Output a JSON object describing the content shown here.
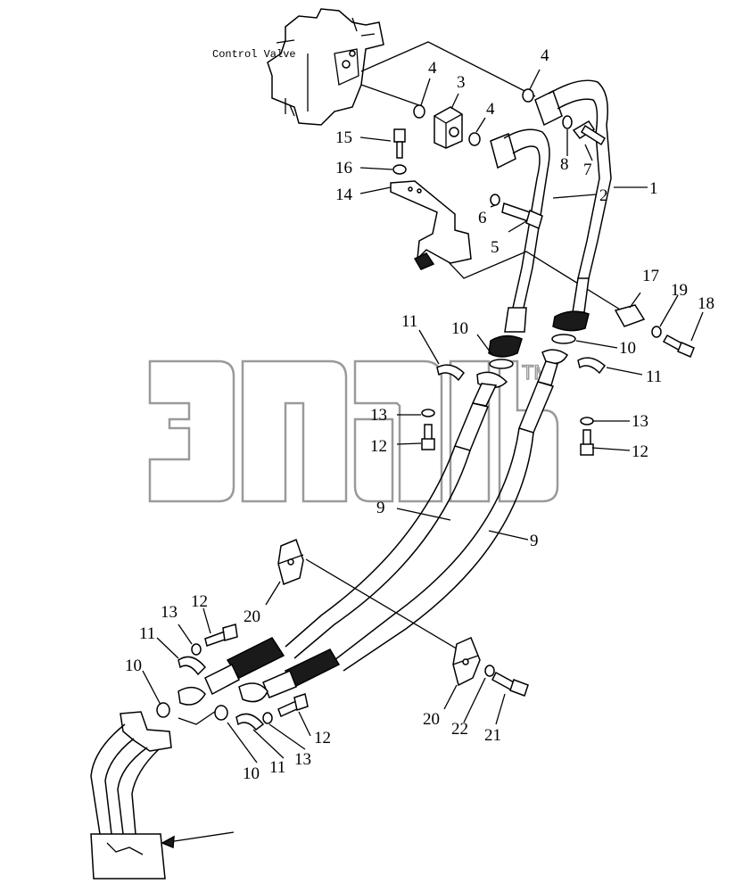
{
  "diagram": {
    "control_valve_label": "Control Valve",
    "watermark_text": "TM",
    "part_labels": [
      {
        "id": "lbl-1a",
        "text": "1"
      },
      {
        "id": "lbl-2a",
        "text": "2"
      },
      {
        "id": "lbl-3a",
        "text": "3"
      },
      {
        "id": "lbl-4a",
        "text": "4"
      },
      {
        "id": "lbl-4b",
        "text": "4"
      },
      {
        "id": "lbl-4c",
        "text": "4"
      },
      {
        "id": "lbl-5a",
        "text": "5"
      },
      {
        "id": "lbl-6a",
        "text": "6"
      },
      {
        "id": "lbl-7a",
        "text": "7"
      },
      {
        "id": "lbl-8a",
        "text": "8"
      },
      {
        "id": "lbl-9a",
        "text": "9"
      },
      {
        "id": "lbl-9b",
        "text": "9"
      },
      {
        "id": "lbl-10a",
        "text": "10"
      },
      {
        "id": "lbl-10b",
        "text": "10"
      },
      {
        "id": "lbl-10c",
        "text": "10"
      },
      {
        "id": "lbl-10d",
        "text": "10"
      },
      {
        "id": "lbl-11a",
        "text": "11"
      },
      {
        "id": "lbl-11b",
        "text": "11"
      },
      {
        "id": "lbl-11c",
        "text": "11"
      },
      {
        "id": "lbl-11d",
        "text": "11"
      },
      {
        "id": "lbl-12a",
        "text": "12"
      },
      {
        "id": "lbl-12b",
        "text": "12"
      },
      {
        "id": "lbl-12c",
        "text": "12"
      },
      {
        "id": "lbl-12d",
        "text": "12"
      },
      {
        "id": "lbl-13a",
        "text": "13"
      },
      {
        "id": "lbl-13b",
        "text": "13"
      },
      {
        "id": "lbl-13c",
        "text": "13"
      },
      {
        "id": "lbl-13d",
        "text": "13"
      },
      {
        "id": "lbl-14a",
        "text": "14"
      },
      {
        "id": "lbl-15a",
        "text": "15"
      },
      {
        "id": "lbl-16a",
        "text": "16"
      },
      {
        "id": "lbl-17a",
        "text": "17"
      },
      {
        "id": "lbl-18a",
        "text": "18"
      },
      {
        "id": "lbl-19a",
        "text": "19"
      },
      {
        "id": "lbl-20a",
        "text": "20"
      },
      {
        "id": "lbl-20b",
        "text": "20"
      },
      {
        "id": "lbl-21a",
        "text": "21"
      },
      {
        "id": "lbl-22a",
        "text": "22"
      }
    ]
  }
}
